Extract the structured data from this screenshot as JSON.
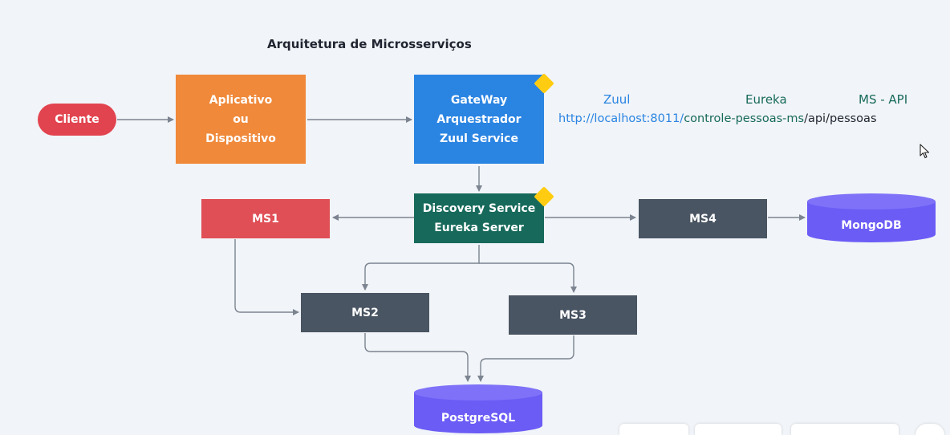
{
  "title": "Arquitetura de Microsserviços",
  "nodes": {
    "cliente": {
      "label": "Cliente",
      "color": "#e2444f"
    },
    "aplicativo": {
      "lines": [
        "Aplicativo",
        "ou",
        "Dispositivo"
      ],
      "color": "#f0893a"
    },
    "gateway": {
      "lines": [
        "GateWay",
        "Arquestrador",
        "Zuul Service"
      ],
      "color": "#2a84e2"
    },
    "discovery": {
      "lines": [
        "Discovery Service",
        "Eureka Server"
      ],
      "color": "#176a5b"
    },
    "ms1": {
      "label": "MS1",
      "color": "#e04e56"
    },
    "ms2": {
      "label": "MS2",
      "color": "#4a5563"
    },
    "ms3": {
      "label": "MS3",
      "color": "#4a5563"
    },
    "ms4": {
      "label": "MS4",
      "color": "#4a5563"
    },
    "mongodb": {
      "label": "MongoDB",
      "color": "#6b5cf6"
    },
    "postgresql": {
      "label": "PostgreSQL",
      "color": "#6b5cf6"
    }
  },
  "url": {
    "zuul_label": "Zuul",
    "eureka_label": "Eureka",
    "msapi_label": "MS - API",
    "part1": "http://localhost:8011/",
    "part2": "controle-pessoas-ms",
    "part3": "/api/pessoas",
    "color_zuul": "#2a84e2",
    "color_eureka": "#176a5b",
    "color_api": "#1f2430"
  },
  "colors": {
    "connector": "#7b8490",
    "accent_diamond": "#ffcc11",
    "background": "#f1f4f8"
  },
  "icons": [
    "cursor-icon"
  ]
}
